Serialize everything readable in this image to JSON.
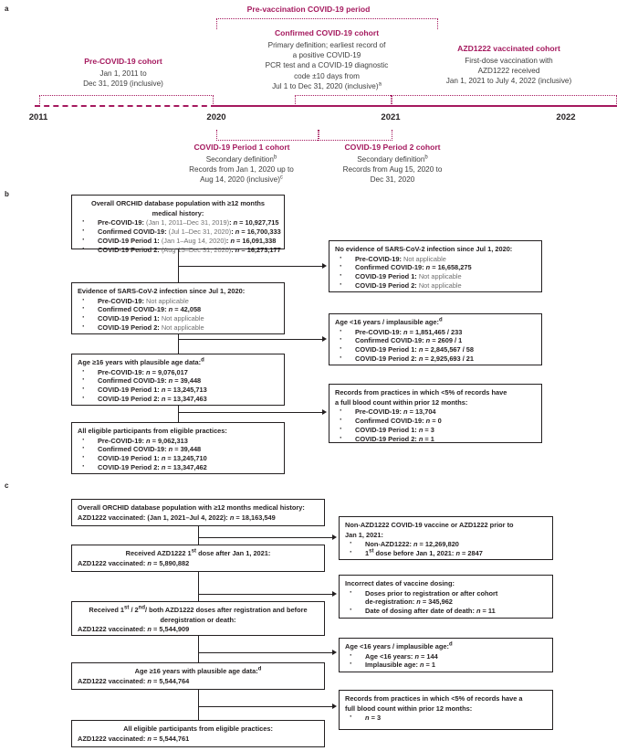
{
  "panels": {
    "a": "a",
    "b": "b",
    "c": "c"
  },
  "colors": {
    "accent": "#a5195e",
    "ink": "#231f20",
    "gray": "#6f6f6f"
  },
  "timeline": {
    "years": [
      "2011",
      "2020",
      "2021",
      "2022"
    ],
    "prevacc_label": "Pre-vaccination COVID-19 period",
    "cohorts": [
      {
        "title": "Pre-COVID-19 cohort",
        "lines": [
          "Jan 1, 2011 to",
          "Dec 31, 2019 (inclusive)"
        ]
      },
      {
        "title": "Confirmed COVID-19 cohort",
        "lines": [
          "Primary definition; earliest record of",
          "a positive COVID-19",
          "PCR test and a COVID-19 diagnostic",
          "code ±10 days from",
          "Jul 1 to Dec 31, 2020 (inclusive)"
        ],
        "footnote": "a"
      },
      {
        "title": "AZD1222 vaccinated cohort",
        "lines": [
          "First-dose vaccination with",
          "AZD1222 received",
          "Jan 1, 2021 to July 4, 2022 (inclusive)"
        ]
      },
      {
        "title": "COVID-19 Period 1 cohort",
        "lines": [
          "Secondary definition",
          "Records from Jan 1, 2020 up to",
          "Aug 14, 2020 (inclusive)"
        ],
        "footnote_title": "b",
        "footnote_last": "c"
      },
      {
        "title": "COVID-19 Period 2 cohort",
        "lines": [
          "Secondary definition",
          "Records from Aug 15, 2020 to",
          "Dec 31, 2020"
        ],
        "footnote_title": "b",
        "footnote_mid": "c"
      }
    ]
  },
  "panel_b": {
    "left": [
      {
        "header": "Overall ORCHID database population with ≥12 months",
        "header2": "medical history:",
        "items": [
          {
            "label": "Pre-COVID-19:",
            "range": "(Jan 1, 2011–Dec 31, 2019)",
            "value": ": n = 10,927,715"
          },
          {
            "label": "Confirmed COVID-19:",
            "range": "(Jul 1–Dec 31, 2020)",
            "value": ": n = 16,700,333"
          },
          {
            "label": "COVID-19 Period 1:",
            "range": "(Jan 1–Aug 14, 2020)",
            "value": ": n = 16,091,338"
          },
          {
            "label": "COVID-19 Period 2:",
            "range": "(Aug 15–Dec 31, 2020)",
            "value": ": n = 16,273,177"
          }
        ]
      },
      {
        "header": "Evidence of SARS-CoV-2 infection since Jul 1, 2020:",
        "items": [
          {
            "label": "Pre-COVID-19:",
            "value": " Not applicable"
          },
          {
            "label": "Confirmed COVID-19:",
            "value": " n = 42,058"
          },
          {
            "label": "COVID-19 Period 1:",
            "value": " Not applicable"
          },
          {
            "label": "COVID-19 Period 2:",
            "value": " Not applicable"
          }
        ]
      },
      {
        "header": "Age ≥16 years with plausible age data:",
        "footnote": "d",
        "items": [
          {
            "label": "Pre-COVID-19:",
            "value": " n = 9,076,017"
          },
          {
            "label": "Confirmed COVID-19:",
            "value": " n = 39,448"
          },
          {
            "label": "COVID-19 Period 1:",
            "value": " n = 13,245,713"
          },
          {
            "label": "COVID-19 Period 2:",
            "value": " n = 13,347,463"
          }
        ]
      },
      {
        "header": "All eligible participants from eligible practices:",
        "items": [
          {
            "label": "Pre-COVID-19:",
            "value": " n = 9,062,313"
          },
          {
            "label": "Confirmed COVID-19:",
            "value": " n = 39,448"
          },
          {
            "label": "COVID-19 Period 1:",
            "value": " n = 13,245,710"
          },
          {
            "label": "COVID-19 Period 2:",
            "value": " n = 13,347,462"
          }
        ]
      }
    ],
    "right": [
      {
        "header": "No evidence of SARS-CoV-2 infection since Jul 1, 2020:",
        "items": [
          {
            "label": "Pre-COVID-19:",
            "value": " Not applicable"
          },
          {
            "label": "Confirmed COVID-19:",
            "value": " n = 16,658,275"
          },
          {
            "label": "COVID-19 Period 1:",
            "value": " Not applicable"
          },
          {
            "label": "COVID-19 Period 2:",
            "value": " Not applicable"
          }
        ]
      },
      {
        "header": "Age <16 years / implausible age:",
        "footnote": "d",
        "items": [
          {
            "label": "Pre-COVID-19:",
            "value": " n = 1,851,465 / 233"
          },
          {
            "label": "Confirmed COVID-19:",
            "value": " n = 2609 / 1"
          },
          {
            "label": "COVID-19 Period 1:",
            "value": " n = 2,845,567 / 58"
          },
          {
            "label": "COVID-19 Period 2:",
            "value": " n = 2,925,693 / 21"
          }
        ]
      },
      {
        "header": "Records from practices in which <5% of records have",
        "header2": "a full blood count within prior 12 months:",
        "items": [
          {
            "label": "Pre-COVID-19:",
            "value": " n = 13,704"
          },
          {
            "label": "Confirmed COVID-19:",
            "value": " n = 0"
          },
          {
            "label": "COVID-19 Period 1:",
            "value": " n = 3"
          },
          {
            "label": "COVID-19 Period 2:",
            "value": " n = 1"
          }
        ]
      }
    ]
  },
  "panel_c": {
    "left": [
      {
        "header": "Overall ORCHID database population with ≥12 months medical history:",
        "sub_label": "AZD1222 vaccinated:",
        "sub_range": "(Jan 1, 2021–Jul 4, 2022)",
        "sub_value": ": n = 18,163,549"
      },
      {
        "header": "Received AZD1222 1st dose after Jan 1, 2021:",
        "sub_label": "AZD1222 vaccinated:",
        "sub_value": " n = 5,890,882"
      },
      {
        "header": "Received 1st / 2nd/ both AZD1222 doses after registration and before",
        "header2": "deregistration or death:",
        "sub_label": "AZD1222 vaccinated:",
        "sub_value": " n = 5,544,909"
      },
      {
        "header": "Age ≥16 years with plausible age data:",
        "footnote": "d",
        "sub_label": "AZD1222 vaccinated:",
        "sub_value": " n = 5,544,764"
      },
      {
        "header": "All eligible participants from eligible practices:",
        "sub_label": "AZD1222 vaccinated:",
        "sub_value": " n = 5,544,761"
      }
    ],
    "right": [
      {
        "header": "Non-AZD1222 COVID-19 vaccine or AZD1222 prior to",
        "header2": "Jan 1, 2021:",
        "items": [
          {
            "label": "Non-AZD1222:",
            "value": " n = 12,269,820"
          },
          {
            "label": "1st dose before Jan 1, 2021:",
            "value": " n = 2847"
          }
        ]
      },
      {
        "header": "Incorrect dates of vaccine dosing:",
        "items": [
          {
            "label": "Doses prior to registration or after cohort",
            "value": ""
          },
          {
            "label": "de-registration: n = 345,962",
            "value": "",
            "cont": true
          },
          {
            "label": "Date of dosing after date of death: n = 11",
            "value": ""
          }
        ]
      },
      {
        "header": "Age <16 years / implausible age:",
        "footnote": "d",
        "items": [
          {
            "label": "Age <16 years:",
            "value": " n = 144"
          },
          {
            "label": "Implausible age:",
            "value": " n = 1"
          }
        ]
      },
      {
        "header": "Records from practices in which <5% of records have a",
        "header2": "full blood count within prior 12 months:",
        "items": [
          {
            "label": "n = 3",
            "value": ""
          }
        ]
      }
    ]
  }
}
